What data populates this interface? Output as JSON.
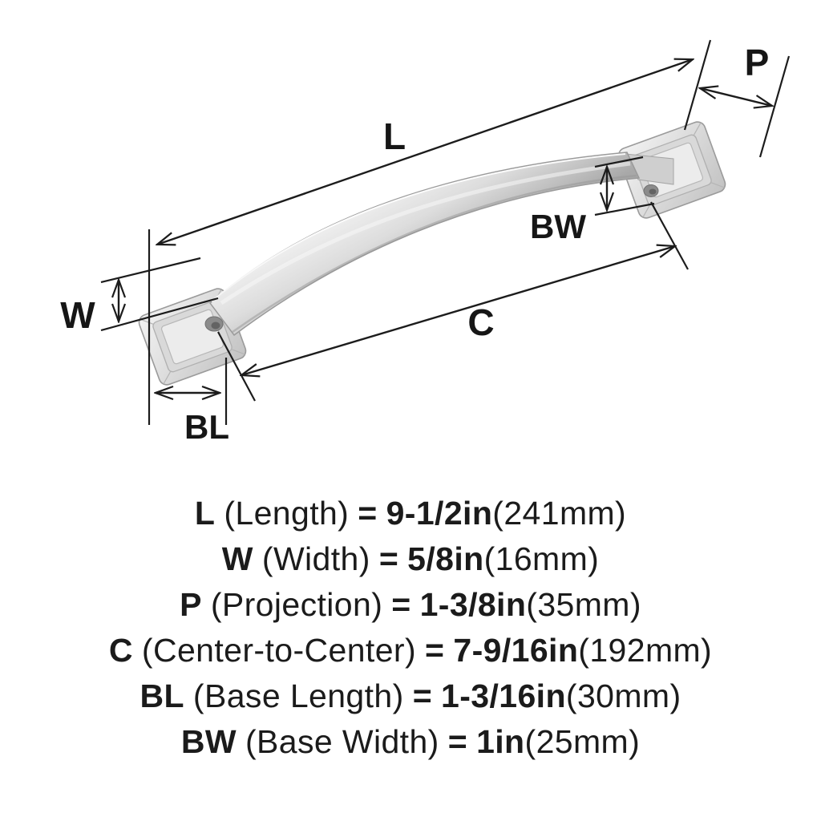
{
  "diagram": {
    "labels": {
      "L": "L",
      "W": "W",
      "P": "P",
      "C": "C",
      "BL": "BL",
      "BW": "BW"
    }
  },
  "specs": [
    {
      "abbr": "L",
      "name": "(Length)",
      "eq": "=",
      "value": "9-1/2in",
      "metric": "(241mm)"
    },
    {
      "abbr": "W",
      "name": "(Width)",
      "eq": "=",
      "value": "5/8in",
      "metric": "(16mm)"
    },
    {
      "abbr": "P",
      "name": "(Projection)",
      "eq": "=",
      "value": "1-3/8in",
      "metric": "(35mm)"
    },
    {
      "abbr": "C",
      "name": "(Center-to-Center)",
      "eq": "=",
      "value": "7-9/16in",
      "metric": "(192mm)"
    },
    {
      "abbr": "BL",
      "name": "(Base Length)",
      "eq": "=",
      "value": "1-3/16in",
      "metric": "(30mm)"
    },
    {
      "abbr": "BW",
      "name": "(Base Width)",
      "eq": "=",
      "value": "1in",
      "metric": "(25mm)"
    }
  ],
  "colors": {
    "line": "#1c1c1c",
    "text": "#1b1b1b",
    "metal_light": "#f4f4f4",
    "metal_mid": "#d8d8d8",
    "metal_dark": "#a8a8a8",
    "background": "#ffffff"
  }
}
